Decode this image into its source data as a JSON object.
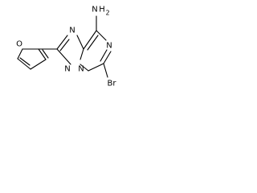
{
  "molecule": {
    "labels": {
      "amine_n": "N",
      "amine_h": "H",
      "amine_h_count": "2",
      "furan_o": "O",
      "triazole_n_top": "N",
      "pyrazine_n_right": "N",
      "triazole_n_bottom_left": "N",
      "triazole_n_bottom_right": "N",
      "bromine": "Br"
    }
  }
}
